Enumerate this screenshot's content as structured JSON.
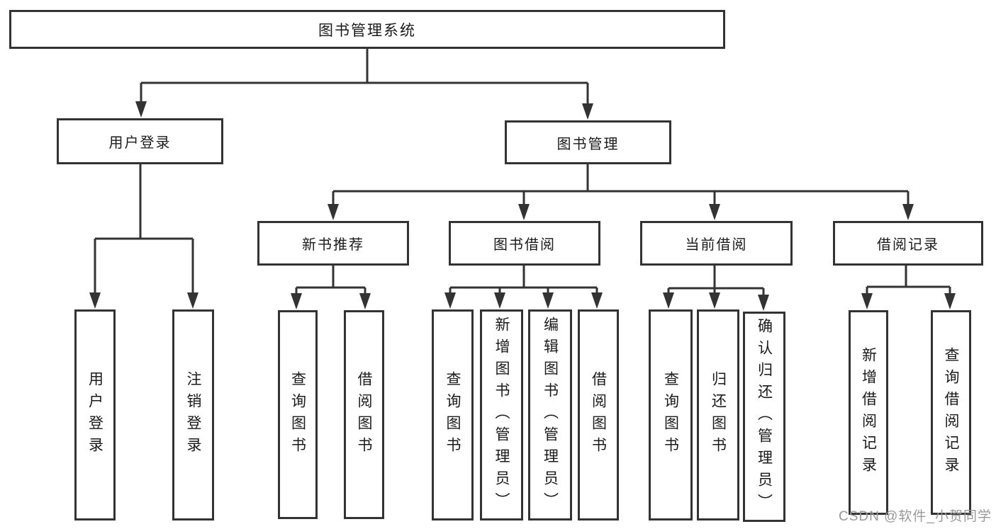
{
  "diagram": {
    "root": {
      "label": "图书管理系统"
    },
    "level2": [
      {
        "label": "用户登录"
      },
      {
        "label": "图书管理"
      }
    ],
    "level3": [
      {
        "label": "新书推荐"
      },
      {
        "label": "图书借阅"
      },
      {
        "label": "当前借阅"
      },
      {
        "label": "借阅记录"
      }
    ],
    "leaves": {
      "user_login": [
        "用户登录",
        "注销登录"
      ],
      "new_books": [
        "查询图书",
        "借阅图书"
      ],
      "borrow": [
        "查询图书",
        "新增图书（管理员）",
        "编辑图书（管理员）",
        "借阅图书"
      ],
      "current": [
        "查询图书",
        "归还图书",
        "确认归还（管理员）"
      ],
      "records": [
        "新增借阅记录",
        "查询借阅记录"
      ]
    },
    "colors": {
      "border": "#333333",
      "text": "#1a1a1a",
      "background": "#ffffff",
      "watermark": "#999999"
    }
  },
  "watermark": {
    "text": "CSDN @软件_小贺同学"
  }
}
